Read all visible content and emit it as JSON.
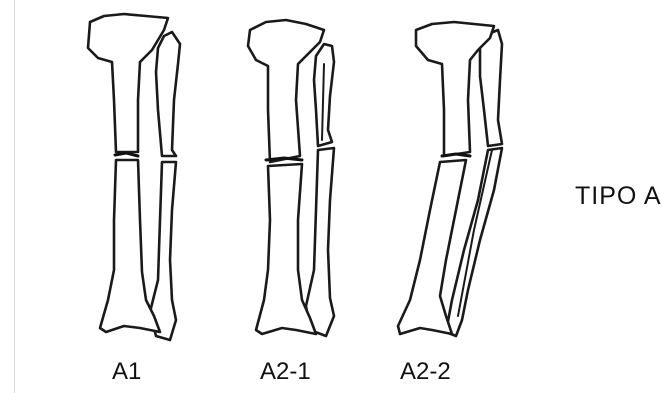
{
  "labels": {
    "a1": "A1",
    "a2_1": "A2-1",
    "a2_2": "A2-2",
    "type": "TIPO A"
  },
  "colors": {
    "line": "#1a1a1a",
    "background": "#ffffff"
  }
}
